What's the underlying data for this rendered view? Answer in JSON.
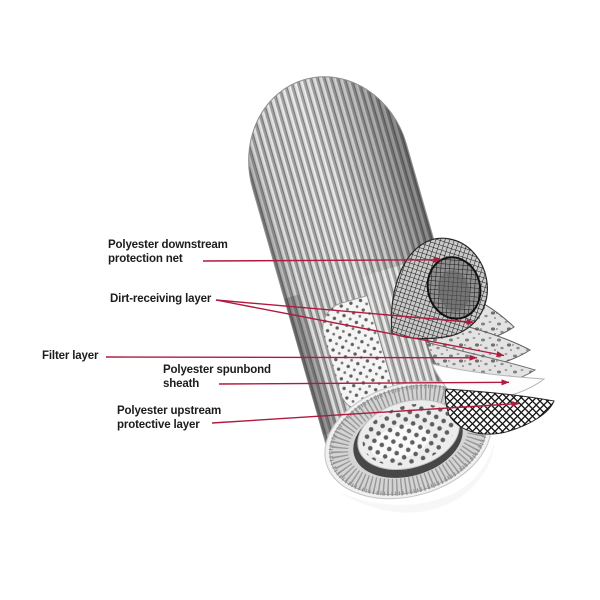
{
  "page": {
    "background": "#ffffff"
  },
  "colors": {
    "leader_line": "#b01a40",
    "label_text": "#1c1c1c",
    "illustration_grays": [
      "#f1f1f1",
      "#d4d4d4",
      "#bdbdbd",
      "#6f6f6f",
      "#474747",
      "#141414"
    ]
  },
  "illustration": {
    "name": "pleated-filter-cartridge-cutaway"
  },
  "labels": {
    "downstream_net": {
      "text": "Polyester downstream protection net"
    },
    "dirt_receiving": {
      "text": "Dirt-receiving layer"
    },
    "filter_layer": {
      "text": "Filter layer"
    },
    "spunbond_sheath": {
      "text": "Polyester spunbond sheath"
    },
    "upstream_protective": {
      "text": "Polyester upstream protective layer"
    }
  }
}
